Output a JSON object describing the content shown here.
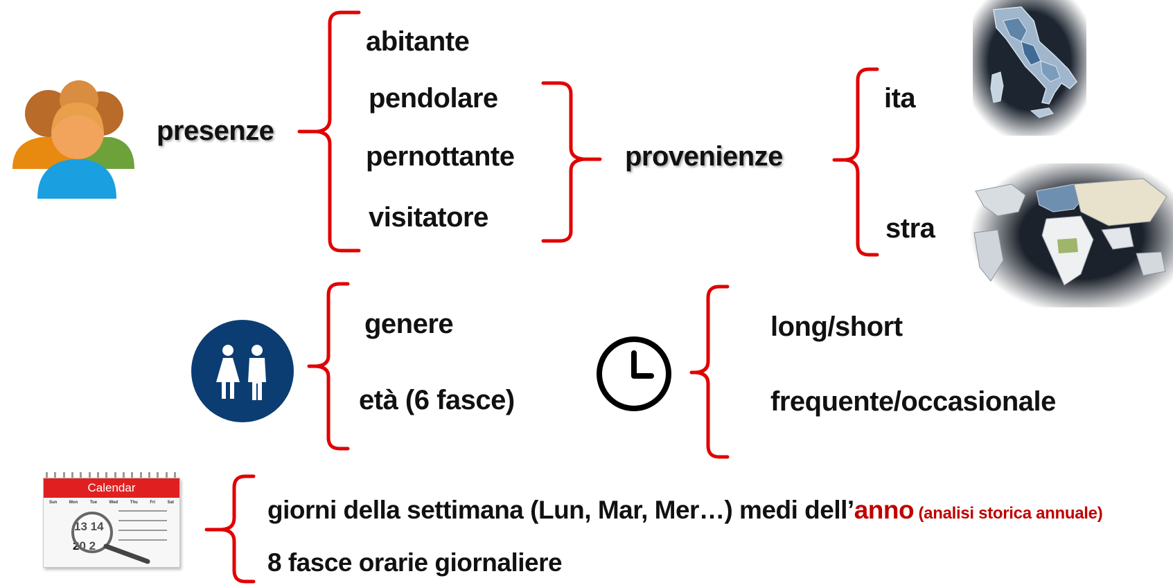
{
  "colors": {
    "bracket": "#e00000",
    "text": "#111111",
    "accent": "#c00000",
    "gender_circle": "#0b3d73",
    "calendar_header": "#e02020"
  },
  "icons": {
    "people": "people-group-icon",
    "gender": "gender-icon",
    "clock": "clock-icon",
    "calendar": "calendar-icon",
    "italy_map": "italy-map-icon",
    "world_map": "world-map-icon"
  },
  "presenze": {
    "label": "presenze",
    "types": [
      "abitante",
      "pendolare",
      "pernottante",
      "visitatore"
    ]
  },
  "provenienze": {
    "label": "provenienze",
    "options": [
      "ita",
      "stra"
    ]
  },
  "demographics": {
    "items": [
      "genere",
      "età (6 fasce)"
    ]
  },
  "time": {
    "items": [
      "long/short",
      "frequente/occasionale"
    ]
  },
  "calendar": {
    "header": "Calendar",
    "weekdays": [
      "Sun",
      "Mon",
      "Tue",
      "Wed",
      "Thu",
      "Fri",
      "Sat"
    ],
    "highlight": [
      "13",
      "14",
      "20",
      "2"
    ],
    "line1_main": "giorni della settimana (Lun, Mar, Mer…) medi dell’",
    "line1_accent": "anno",
    "line1_note": " (analisi storica annuale)",
    "line2": "8 fasce orarie giornaliere"
  }
}
